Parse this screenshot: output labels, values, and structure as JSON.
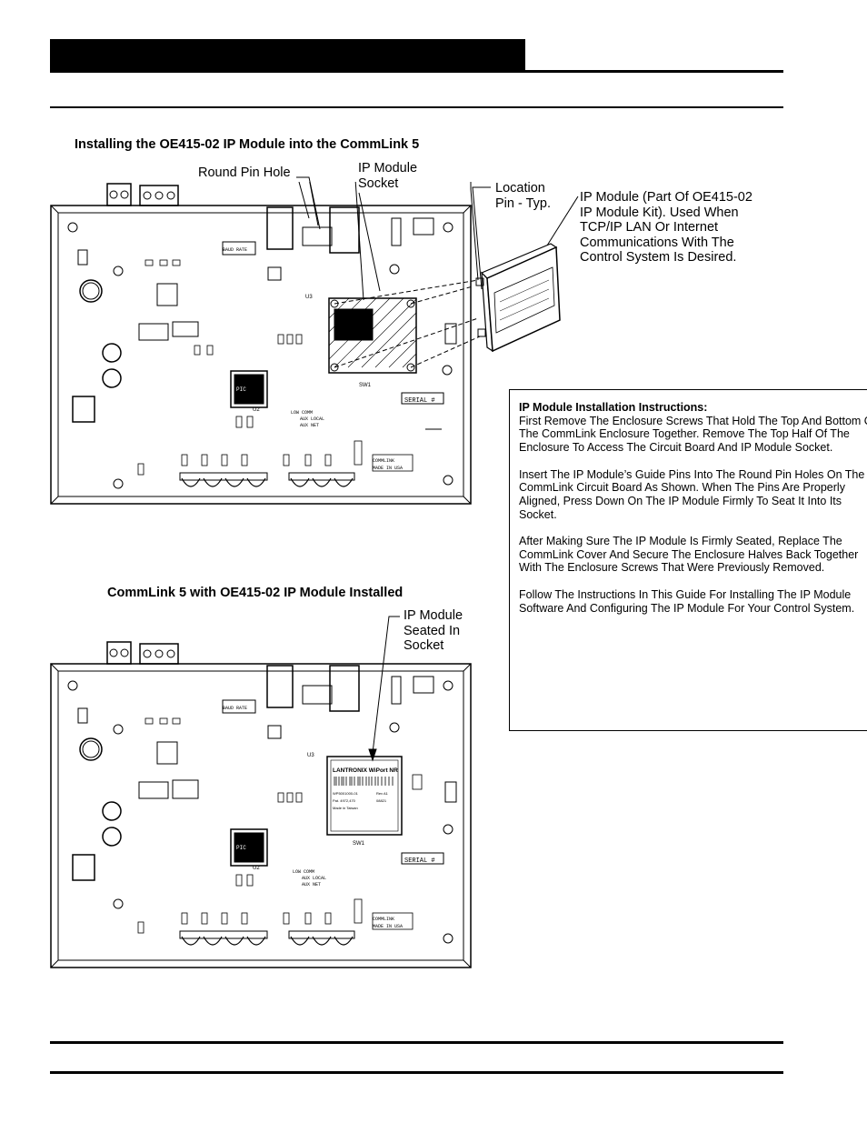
{
  "figure1": {
    "title": "Installing the OE415-02 IP Module into the CommLink 5",
    "callouts": {
      "round_pin_hole": "Round Pin Hole",
      "ip_socket": [
        "IP Module",
        "Socket"
      ],
      "location_pin": [
        "Location",
        "Pin - Typ."
      ],
      "ip_module": [
        "IP Module (Part Of OE415-02",
        "IP Module Kit). Used When",
        "TCP/IP LAN Or Internet",
        "Communications With The",
        "Control System Is Desired."
      ]
    }
  },
  "figure2": {
    "title": "CommLink 5 with OE415-02 IP Module Installed",
    "callout": [
      "IP Module",
      "Seated In",
      "Socket"
    ]
  },
  "board": {
    "serial_label": "SERIAL #",
    "baud_rate": "BAUD RATE",
    "sw1": "SW1",
    "u2": "U2",
    "u3": "U3",
    "commlink_label": "COMMLINK",
    "made_in": "MADE IN USA",
    "aux_local": "AUX LOCAL",
    "aux_net": "AUX NET",
    "low_comm": "LOW COMM"
  },
  "module_label": {
    "brand": "LANTRONIX WiPort NR",
    "part": "WP5001000-01",
    "rev": "Rev A1",
    "pat": "Pat. 4972,470",
    "code": "08821",
    "origin": "Made in Taiwan"
  },
  "instructions": {
    "title": "IP Module Installation Instructions:",
    "p1": "First Remove The Enclosure Screws That Hold The Top And Bottom Of The CommLink Enclosure Together. Remove The Top Half Of The Enclosure To Access The Circuit Board And IP Module Socket.",
    "p2": "Insert The IP Module’s Guide Pins Into The Round Pin Holes On The CommLink Circuit Board As Shown. When The Pins Are Properly Aligned, Press Down On The IP Module Firmly To Seat It Into Its Socket.",
    "p3": "After Making Sure The IP Module Is Firmly Seated, Replace The CommLink Cover And Secure The Enclosure Halves Back Together With The Enclosure Screws That Were Previously Removed.",
    "p4": "Follow The Instructions In This Guide For Installing The IP Module Software And Configuring The IP Module For Your Control System."
  }
}
